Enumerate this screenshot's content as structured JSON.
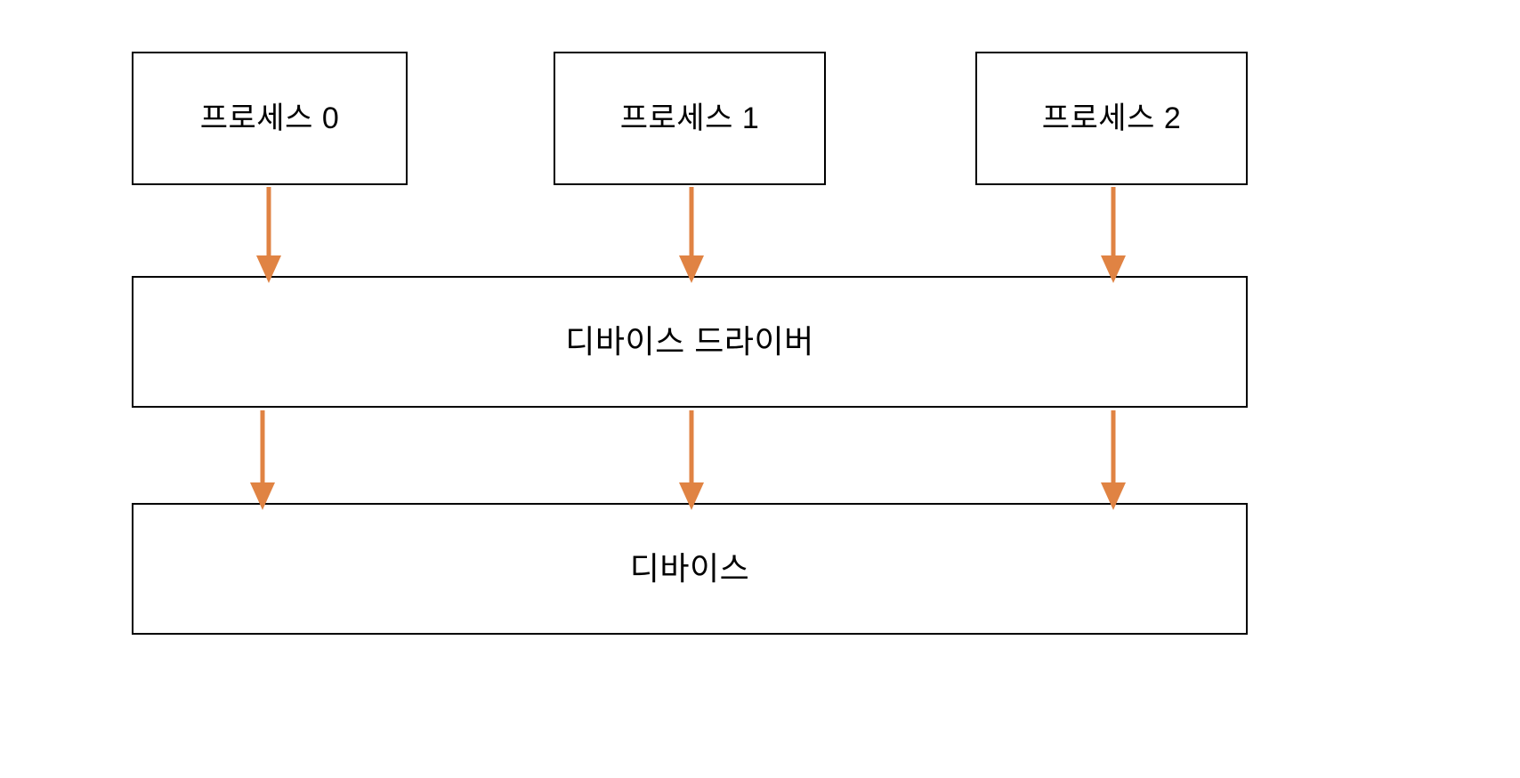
{
  "diagram": {
    "title": "Device driver layering diagram",
    "background_color": "#FFFFFF",
    "node_border_color": "#000000",
    "node_fill_color": "#FFFFFF",
    "text_color": "#000000",
    "arrow_color": "#E08343",
    "nodes": [
      {
        "id": "process-0",
        "label": "프로세스 0",
        "role": "process"
      },
      {
        "id": "process-1",
        "label": "프로세스 1",
        "role": "process"
      },
      {
        "id": "process-2",
        "label": "프로세스 2",
        "role": "process"
      },
      {
        "id": "device-driver",
        "label": "디바이스 드라이버",
        "role": "driver"
      },
      {
        "id": "device",
        "label": "디바이스",
        "role": "device"
      }
    ],
    "edges": [
      {
        "id": "edge-process-0-to-driver",
        "from": "process-0",
        "to": "device-driver",
        "style": "arrow-down"
      },
      {
        "id": "edge-process-1-to-driver",
        "from": "process-1",
        "to": "device-driver",
        "style": "arrow-down"
      },
      {
        "id": "edge-process-2-to-driver",
        "from": "process-2",
        "to": "device-driver",
        "style": "arrow-down"
      },
      {
        "id": "edge-driver-to-device-left",
        "from": "device-driver",
        "to": "device",
        "style": "arrow-down"
      },
      {
        "id": "edge-driver-to-device-center",
        "from": "device-driver",
        "to": "device",
        "style": "arrow-down"
      },
      {
        "id": "edge-driver-to-device-right",
        "from": "device-driver",
        "to": "device",
        "style": "arrow-down"
      }
    ]
  }
}
